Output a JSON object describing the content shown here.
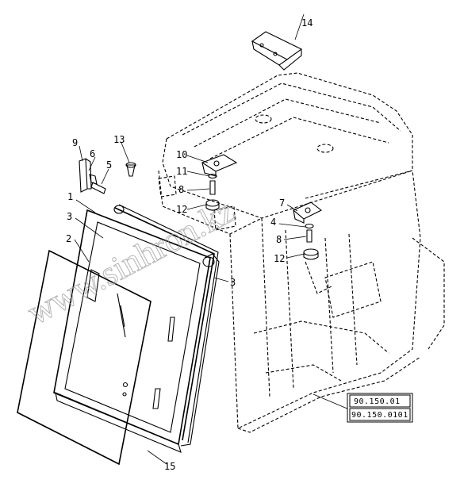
{
  "callouts": [
    {
      "id": "c1",
      "label": "1"
    },
    {
      "id": "c2",
      "label": "2"
    },
    {
      "id": "c3a",
      "label": "3"
    },
    {
      "id": "c3b",
      "label": "3"
    },
    {
      "id": "c4",
      "label": "4"
    },
    {
      "id": "c5",
      "label": "5"
    },
    {
      "id": "c6",
      "label": "6"
    },
    {
      "id": "c7",
      "label": "7"
    },
    {
      "id": "c8a",
      "label": "8"
    },
    {
      "id": "c8b",
      "label": "8"
    },
    {
      "id": "c9",
      "label": "9"
    },
    {
      "id": "c10",
      "label": "10"
    },
    {
      "id": "c11",
      "label": "11"
    },
    {
      "id": "c12a",
      "label": "12"
    },
    {
      "id": "c12b",
      "label": "12"
    },
    {
      "id": "c13",
      "label": "13"
    },
    {
      "id": "c14",
      "label": "14"
    },
    {
      "id": "c15",
      "label": "15"
    }
  ],
  "reference_boxes": [
    "90.150.01",
    "90.150.0101"
  ],
  "watermark": "www.sinhron.kz"
}
